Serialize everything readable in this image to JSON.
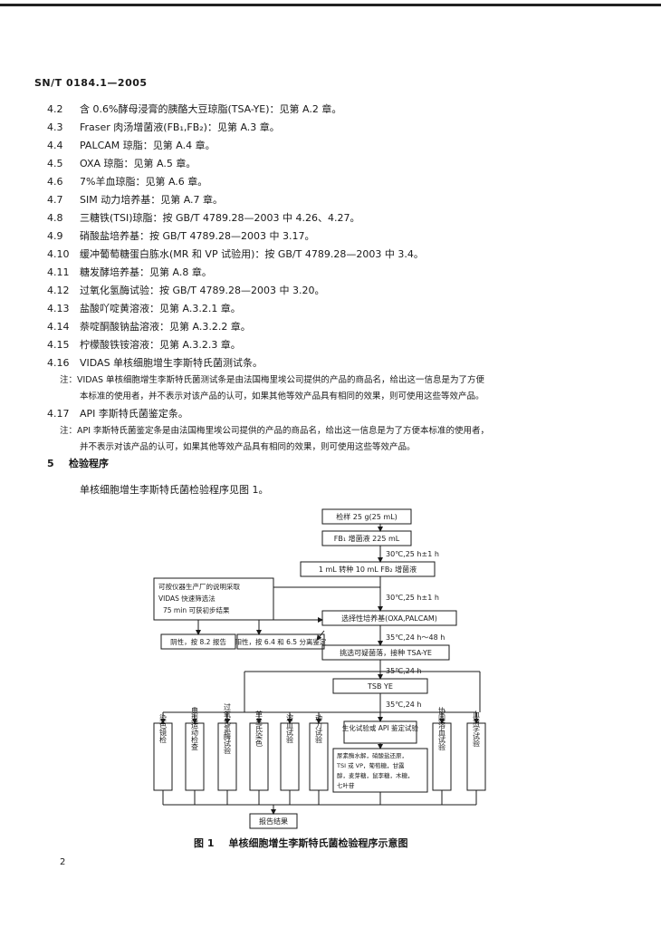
{
  "header": {
    "standard_code": "SN/T 0184.1—2005"
  },
  "items": [
    {
      "num": "4.2",
      "text": "含 0.6%酵母浸膏的胰酪大豆琼脂(TSA-YE)：见第 A.2 章。"
    },
    {
      "num": "4.3",
      "text": "Fraser 肉汤增菌液(FB₁,FB₂)：见第 A.3 章。"
    },
    {
      "num": "4.4",
      "text": "PALCAM 琼脂：见第 A.4 章。"
    },
    {
      "num": "4.5",
      "text": "OXA 琼脂：见第 A.5 章。"
    },
    {
      "num": "4.6",
      "text": "7%羊血琼脂：见第 A.6 章。"
    },
    {
      "num": "4.7",
      "text": "SIM 动力培养基：见第 A.7 章。"
    },
    {
      "num": "4.8",
      "text": "三糖铁(TSI)琼脂：按 GB/T 4789.28—2003 中 4.26、4.27。"
    },
    {
      "num": "4.9",
      "text": "硝酸盐培养基：按 GB/T 4789.28—2003 中 3.17。"
    },
    {
      "num": "4.10",
      "text": "缓冲葡萄糖蛋白胨水(MR 和 VP 试验用)：按 GB/T 4789.28—2003 中 3.4。"
    },
    {
      "num": "4.11",
      "text": "糖发酵培养基：见第 A.8 章。"
    },
    {
      "num": "4.12",
      "text": "过氧化氢酶试验：按 GB/T 4789.28—2003 中 3.20。"
    },
    {
      "num": "4.13",
      "text": "盐酸吖啶黄溶液：见第 A.3.2.1 章。"
    },
    {
      "num": "4.14",
      "text": "萘啶酮酸钠盐溶液：见第 A.3.2.2 章。"
    },
    {
      "num": "4.15",
      "text": "柠檬酸铁铵溶液：见第 A.3.2.3 章。"
    },
    {
      "num": "4.16",
      "text": "VIDAS 单核细胞增生李斯特氏菌测试条。"
    }
  ],
  "note1": {
    "line1": "注：VIDAS 单核细胞增生李斯特氏菌测试条是由法国梅里埃公司提供的产品的商品名，给出这一信息是为了方便",
    "line2": "本标准的使用者，并不表示对该产品的认可，如果其他等效产品具有相同的效果，则可使用这些等效产品。"
  },
  "item_4_17": {
    "num": "4.17",
    "text": "API 李斯特氏菌鉴定条。"
  },
  "note2": {
    "line1": "注：API 李斯特氏菌鉴定条是由法国梅里埃公司提供的产品的商品名，给出这一信息是为了方便本标准的使用者，",
    "line2": "并不表示对该产品的认可，如果其他等效产品具有相同的效果，则可使用这些等效产品。"
  },
  "section": {
    "num": "5",
    "title": "检验程序"
  },
  "intro": "单核细胞增生李斯特氏菌检验程序见图 1。",
  "flow": {
    "sample": "检样 25 g(25 mL)",
    "fb1": "FB₁ 增菌液 225 mL",
    "cond1": "30℃,25 h±1 h",
    "transfer": "1 mL 转种 10 mL FB₂ 增菌液",
    "cond2": "30℃,25 h±1 h",
    "vidas_note": [
      "可按仪器生产厂的说明采取",
      "VIDAS 快速筛选法",
      "75 min 可获初步结果"
    ],
    "selective": "选择性培养基(OXA,PALCAM)",
    "cond3": "35℃,24 h～48 h",
    "negative": "阴性，按 8.2 报告",
    "positive": "阳性，按 6.4 和 6.5 分离鉴定",
    "pick": "挑选可疑菌落，接种 TSA-YE",
    "cond4": "35℃,24 h",
    "tsbye": "TSB YE",
    "cond5": "35℃,24 h",
    "tests": [
      "染色镜检",
      "典型运动检查",
      "过氧化氢酶试验",
      "革兰氏染色",
      "溶血试验",
      "动力试验"
    ],
    "biochem": "生化试验或 API 鉴定试验",
    "biochem_list": [
      "尿素酶水解，硝酸盐还原，",
      "TSI 或 VP，葡萄糖，甘露",
      "醇，麦芽糖，鼠李糖，木糖，",
      "七叶苷"
    ],
    "tests_right": [
      "协同溶血试验",
      "血清学试验"
    ],
    "report": "报告结果"
  },
  "caption": {
    "label": "图 1",
    "title": "单核细胞增生李斯特氏菌检验程序示意图"
  },
  "page_number": "2"
}
